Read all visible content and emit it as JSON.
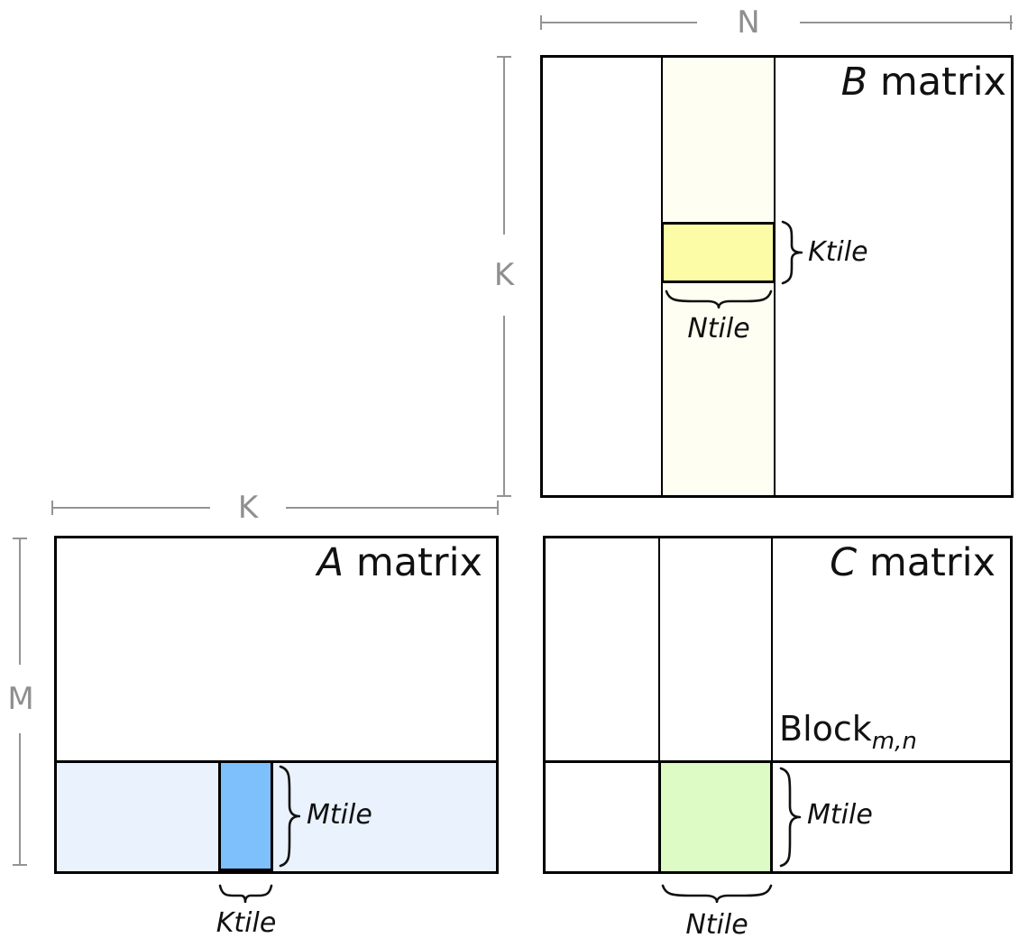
{
  "diagram": {
    "dimension_labels": {
      "n": "N",
      "k": "K",
      "m": "M"
    },
    "tile_labels": {
      "ktile": "Ktile",
      "ntile": "Ntile",
      "mtile": "Mtile"
    },
    "matrices": {
      "b": {
        "symbol": "B",
        "word": " matrix"
      },
      "a": {
        "symbol": "A",
        "word": " matrix"
      },
      "c": {
        "symbol": "C",
        "word": " matrix"
      }
    },
    "block_label": {
      "base": "Block",
      "subscript": "m,n"
    },
    "colors": {
      "b_column_strip": "#FEFEF2",
      "b_ktile_block": "#FCFCA6",
      "a_row_strip": "#E9F2FD",
      "a_mtile_block": "#7EC0FB",
      "c_block_tile": "#DCFBC5",
      "dimension_gray": "#949494",
      "outline_black": "#000000"
    }
  }
}
